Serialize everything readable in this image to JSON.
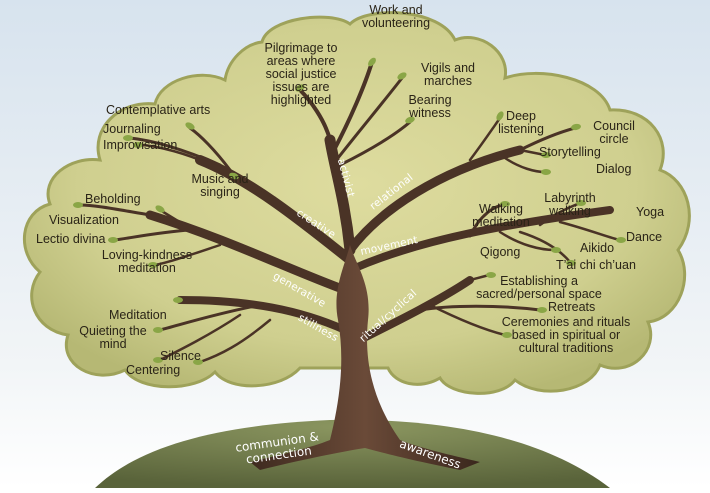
{
  "tree": {
    "root_labels": [
      "communion & connection",
      "awareness"
    ],
    "trunk_labels": [
      "activist",
      "relational",
      "creative",
      "movement",
      "generative",
      "stillness",
      "ritual/cyclical"
    ],
    "practices": {
      "activist": [
        "Work and volunteering",
        "Pilgrimage to areas where social justice issues are highlighted",
        "Vigils and marches",
        "Bearing witness"
      ],
      "relational": [
        "Deep listening",
        "Council circle",
        "Storytelling",
        "Dialog"
      ],
      "creative": [
        "Contemplative arts",
        "Journaling",
        "Improvisation",
        "Music and singing"
      ],
      "movement": [
        "Labyrinth walking",
        "Walking meditation",
        "Yoga",
        "Dance",
        "Qigong",
        "Aikido",
        "T’ai chi ch’uan"
      ],
      "generative": [
        "Beholding",
        "Visualization",
        "Lectio divina",
        "Loving-kindness meditation"
      ],
      "stillness": [
        "Meditation",
        "Quieting the mind",
        "Silence",
        "Centering"
      ],
      "ritual_cyclical": [
        "Establishing a sacred/personal space",
        "Retreats",
        "Ceremonies and rituals based in spiritual or cultural traditions"
      ]
    }
  },
  "colors": {
    "sky": "#dfe9f2",
    "canopy_fill": "#c8c98a",
    "canopy_center": "#dcdb9e",
    "canopy_edge": "#9fa35a",
    "branch": "#4a3326",
    "leaf": "#8aa646",
    "hill": "#6e7a4a"
  }
}
